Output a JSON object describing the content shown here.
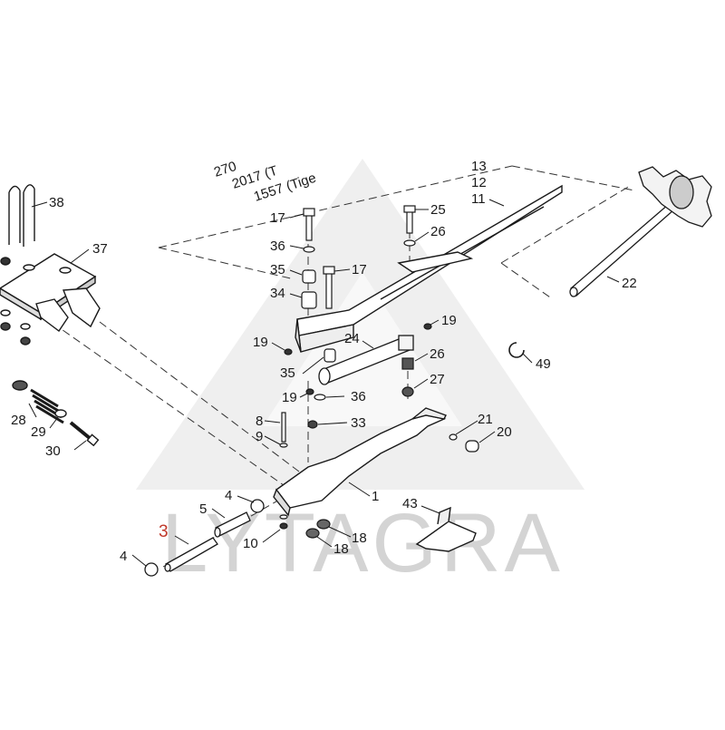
{
  "diagram": {
    "highlight_color": "#c0392b",
    "line_color": "#1a1a1a",
    "watermark": {
      "text": "LYTAGRA",
      "color": "#d9d9d9"
    },
    "notes": [
      "270",
      "2017 (T",
      "1557 (Tige"
    ],
    "callouts": [
      {
        "id": "c38",
        "label": "38"
      },
      {
        "id": "c37",
        "label": "37"
      },
      {
        "id": "c28",
        "label": "28"
      },
      {
        "id": "c29",
        "label": "29"
      },
      {
        "id": "c30",
        "label": "30"
      },
      {
        "id": "c17a",
        "label": "17"
      },
      {
        "id": "c36a",
        "label": "36"
      },
      {
        "id": "c35a",
        "label": "35"
      },
      {
        "id": "c34",
        "label": "34"
      },
      {
        "id": "c17b",
        "label": "17"
      },
      {
        "id": "c25",
        "label": "25"
      },
      {
        "id": "c26a",
        "label": "26"
      },
      {
        "id": "c13",
        "label": "13"
      },
      {
        "id": "c12",
        "label": "12"
      },
      {
        "id": "c11",
        "label": "11"
      },
      {
        "id": "c22",
        "label": "22"
      },
      {
        "id": "c19a",
        "label": "19"
      },
      {
        "id": "c19b",
        "label": "19"
      },
      {
        "id": "c19c",
        "label": "19"
      },
      {
        "id": "c24",
        "label": "24"
      },
      {
        "id": "c26b",
        "label": "26"
      },
      {
        "id": "c27",
        "label": "27"
      },
      {
        "id": "c35b",
        "label": "35"
      },
      {
        "id": "c36b",
        "label": "36"
      },
      {
        "id": "c33",
        "label": "33"
      },
      {
        "id": "c49",
        "label": "49"
      },
      {
        "id": "c8",
        "label": "8"
      },
      {
        "id": "c9",
        "label": "9"
      },
      {
        "id": "c21",
        "label": "21"
      },
      {
        "id": "c20",
        "label": "20"
      },
      {
        "id": "c1",
        "label": "1"
      },
      {
        "id": "c4a",
        "label": "4"
      },
      {
        "id": "c5",
        "label": "5"
      },
      {
        "id": "c3",
        "label": "3",
        "highlight": true
      },
      {
        "id": "c4b",
        "label": "4"
      },
      {
        "id": "c10",
        "label": "10"
      },
      {
        "id": "c18a",
        "label": "18"
      },
      {
        "id": "c18b",
        "label": "18"
      },
      {
        "id": "c43",
        "label": "43"
      }
    ]
  }
}
